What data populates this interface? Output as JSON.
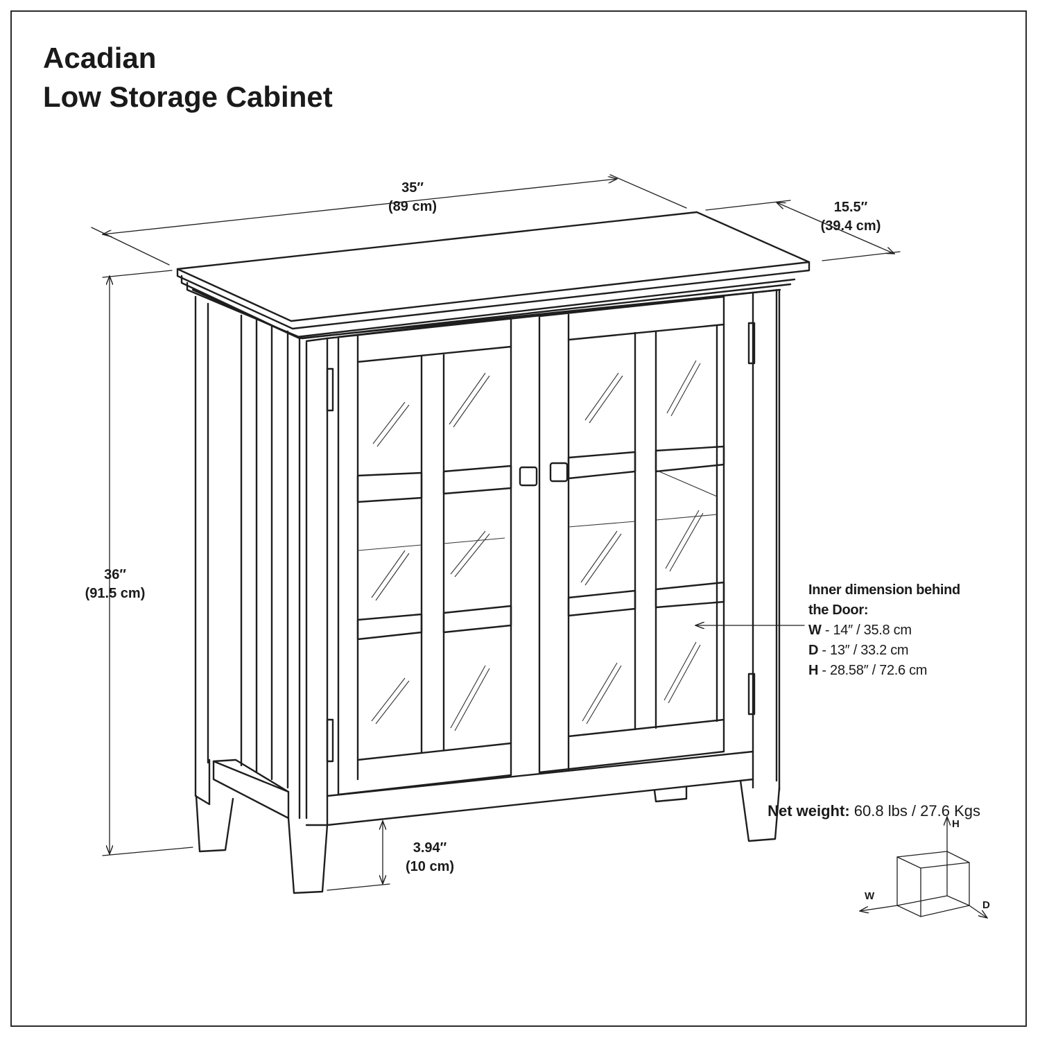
{
  "title": {
    "line1": "Acadian",
    "line2": "Low Storage Cabinet"
  },
  "dimensions": {
    "width": {
      "imperial": "35″",
      "metric": "(89 cm)"
    },
    "depth": {
      "imperial": "15.5″",
      "metric": "(39.4 cm)"
    },
    "height": {
      "imperial": "36″",
      "metric": "(91.5 cm)"
    },
    "clearance": {
      "imperial": "3.94″",
      "metric": "(10 cm)"
    }
  },
  "inner_dimension": {
    "heading_line1": "Inner dimension behind",
    "heading_line2": "the Door:",
    "rows": [
      {
        "key": "W",
        "value": " - 14″ / 35.8 cm"
      },
      {
        "key": "D",
        "value": " - 13″ / 33.2 cm"
      },
      {
        "key": "H",
        "value": " - 28.58″ / 72.6 cm"
      }
    ]
  },
  "net_weight": {
    "label": "Net weight:",
    "value": " 60.8 lbs / 27.6 Kgs"
  },
  "axis_legend": {
    "h": "H",
    "w": "W",
    "d": "D"
  },
  "colors": {
    "line": "#1e1e1e",
    "background": "#ffffff"
  }
}
